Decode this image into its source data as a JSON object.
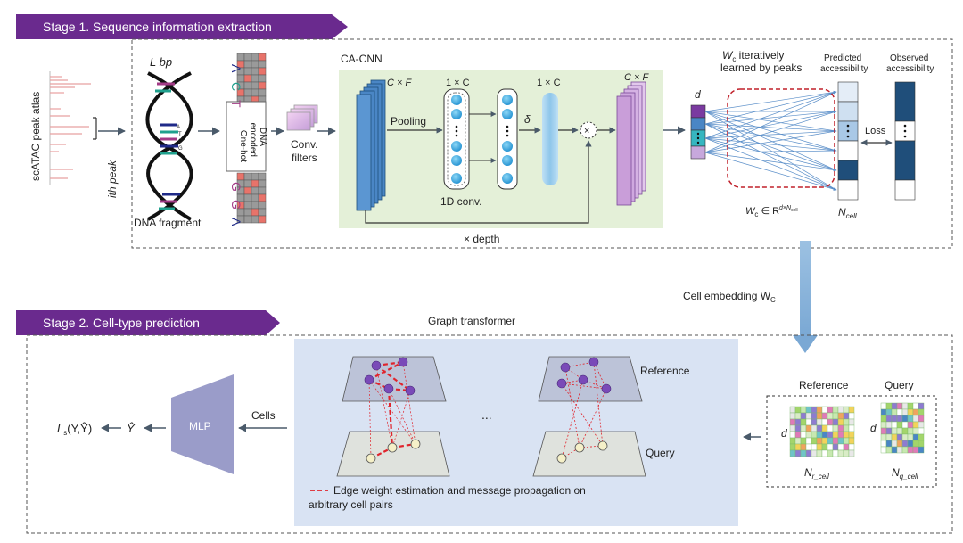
{
  "stage1": {
    "banner": "Stage 1. Sequence information extraction",
    "atlas_label": "scATAC peak atlas",
    "peak_label": "ith peak",
    "lbp_label": "L bp",
    "fragment_label": "DNA fragment",
    "onehot_line1": "One-hot",
    "onehot_line2": "encoded",
    "onehot_line3": "DNA",
    "conv_filters_line1": "Conv.",
    "conv_filters_line2": "filters",
    "cacnn_title": "CA-CNN",
    "cxf_left": "C × F",
    "cxf_right": "C × F",
    "one_c_a": "1 × C",
    "one_c_b": "1 × C",
    "pooling": "Pooling",
    "delta": "δ",
    "times": "×",
    "conv1d": "1D conv.",
    "depth": "× depth",
    "d_label": "d",
    "wc_line1": "W",
    "wc_sub": "c",
    "wc_line1_rest": " iteratively",
    "wc_line2": "learned by peaks",
    "predicted_line1": "Predicted",
    "predicted_line2": "accessibility",
    "observed_line1": "Observed",
    "observed_line2": "accessibility",
    "loss": "Loss",
    "wc_eq": "W",
    "wc_eq_sub": "c",
    "wc_eq_rest": " ∈ R",
    "wc_eq_sup": "d×N",
    "wc_eq_sup_sub": "cell",
    "ncell": "N",
    "ncell_sub": "cell",
    "bases_top": [
      "T",
      "C",
      "A"
    ],
    "bases_bottom": [
      "A",
      "G",
      "G"
    ],
    "helix_bases": [
      "A",
      "T",
      "C",
      "G"
    ]
  },
  "stage2": {
    "banner": "Stage 2. Cell-type prediction",
    "cell_embedding": "Cell embedding W",
    "cell_embedding_sub": "C",
    "graph_transformer": "Graph transformer",
    "reference": "Reference",
    "query": "Query",
    "ellipsis": "...",
    "legend_line1": "Edge weight estimation  and message propagation on",
    "legend_line2": "arbitrary cell pairs",
    "cells": "Cells",
    "mlp": "MLP",
    "yhat": "Ŷ",
    "loss_fn": "L",
    "loss_fn_sub": "s",
    "loss_fn_rest": "(Y,Ŷ)",
    "matrix_ref": "Reference",
    "matrix_query": "Query",
    "matrix_d1": "d",
    "matrix_d2": "d",
    "nr_cell": "N",
    "nr_cell_sub": "r_cell",
    "nq_cell": "N",
    "nq_cell_sub": "q_cell"
  },
  "colors": {
    "banner": "#6a2a8e",
    "green_panel": "#e4f0d8",
    "graph_panel": "#d9e3f3",
    "blue_block": "#4a86c5",
    "pink_block": "#c9a8d8",
    "dark_navy": "#1f4e7a",
    "arrow_blue": "#8fb5d9",
    "red_edge": "#e0242c",
    "purple_node": "#7a4ab8",
    "onehot_red": "#e8736a",
    "mlp_fill": "#9a9cc9"
  }
}
